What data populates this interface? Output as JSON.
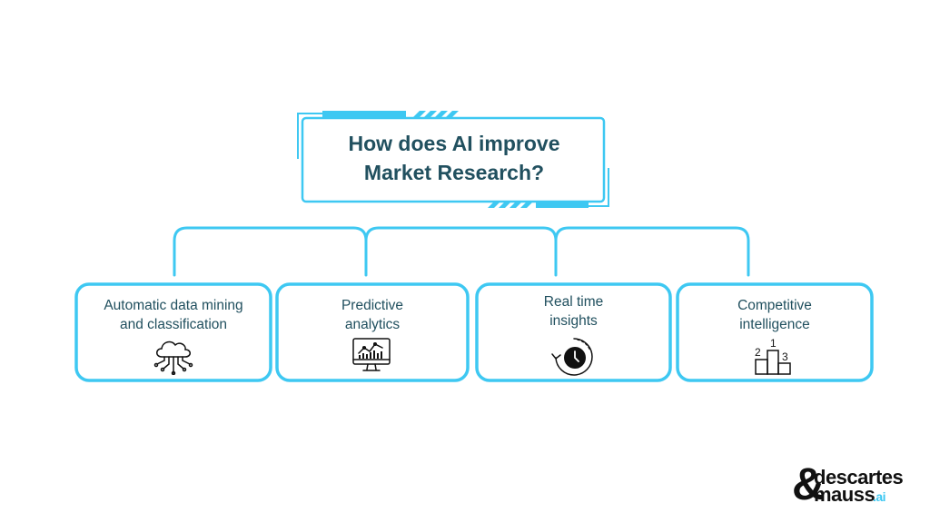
{
  "title": {
    "line1": "How does AI improve",
    "line2": "Market Research?"
  },
  "cards": [
    {
      "line1": "Automatic data mining",
      "line2": "and classification",
      "icon": "cloud-network-icon"
    },
    {
      "line1": "Predictive",
      "line2": "analytics",
      "icon": "monitor-chart-icon"
    },
    {
      "line1": "Real time",
      "line2": "insights",
      "icon": "clock-refresh-icon"
    },
    {
      "line1": "Competitive",
      "line2": "intelligence",
      "icon": "podium-icon"
    }
  ],
  "logo": {
    "line1": "descartes",
    "line2": "mauss",
    "suffix": ".ai",
    "ampersand": "&"
  },
  "colors": {
    "accent": "#3ec8f2",
    "title_text": "#21505f",
    "logo_accent": "#3ec8f2"
  }
}
